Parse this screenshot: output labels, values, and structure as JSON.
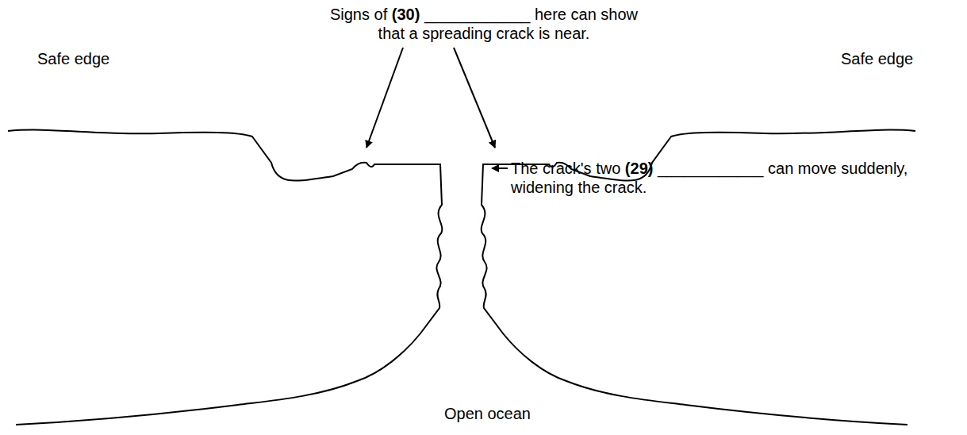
{
  "diagram": {
    "labels": [
      "Signs of (30) ____________ here can show that a spreading crack is near.",
      "Safe edge",
      "Safe edge",
      "The crack's two (29) ____________ can move suddenly, widening the crack.",
      "Open ocean"
    ]
  }
}
